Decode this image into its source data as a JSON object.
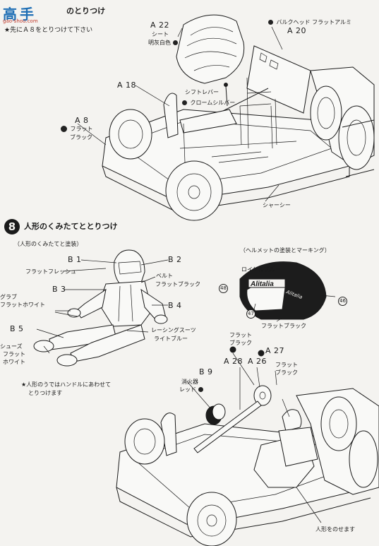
{
  "top": {
    "heading": "のとりつけ",
    "note": "★先にＡ８をとりつけて下さい",
    "watermark_main": "高手",
    "watermark_sub": "gao-shou.com",
    "labels": {
      "a22": "A 22",
      "seat": "シート",
      "seat_color": "明灰白色",
      "bulkhead": "バルクヘッド フラットアルミ",
      "a20": "A 20",
      "a18": "A 18",
      "shift": "シフトレバー",
      "chrome": "クロームシルバー",
      "a8": "A 8",
      "flat_black_1": "フラット",
      "flat_black_2": "ブラック",
      "chassis": "シャーシー"
    }
  },
  "step8": {
    "number": "8",
    "title": "人形のくみたてととりつけ",
    "left_sub": "（人形のくみたてと塗装）",
    "right_sub": "（ヘルメットの塗装とマーキング）",
    "figure": {
      "b1": "B 1",
      "b2": "B 2",
      "b3": "B 3",
      "b4": "B 4",
      "b5": "B 5",
      "flesh": "フラットフレッシュ",
      "belt_1": "ベルト",
      "belt_2": "フラットブラック",
      "glove_1": "グラブ",
      "glove_2": "フラットホワイト",
      "suit_1": "レーシングスーツ",
      "suit_2": "ライトブルー",
      "shoes_1": "シューズ",
      "shoes_2": "フラット",
      "shoes_3": "ホワイト",
      "note_1": "★人形のうではハンドルにあわせて",
      "note_2": "とりつけます"
    },
    "helmet": {
      "royal": "ロイヤルブルー",
      "brand": "Alitalia",
      "decal48": "48",
      "decal46": "46",
      "decal47": "47",
      "flat_black": "フラットブラック"
    },
    "assembly": {
      "fb_1": "フラット",
      "fb_2": "ブラック",
      "a27": "A 27",
      "a28": "A 28",
      "a26": "A 26",
      "fb2_1": "フラット",
      "fb2_2": "ブラック",
      "b9": "B 9",
      "silencer_1": "消火器",
      "silencer_2": "レッド",
      "seat_figure": "人形をのせます"
    }
  }
}
